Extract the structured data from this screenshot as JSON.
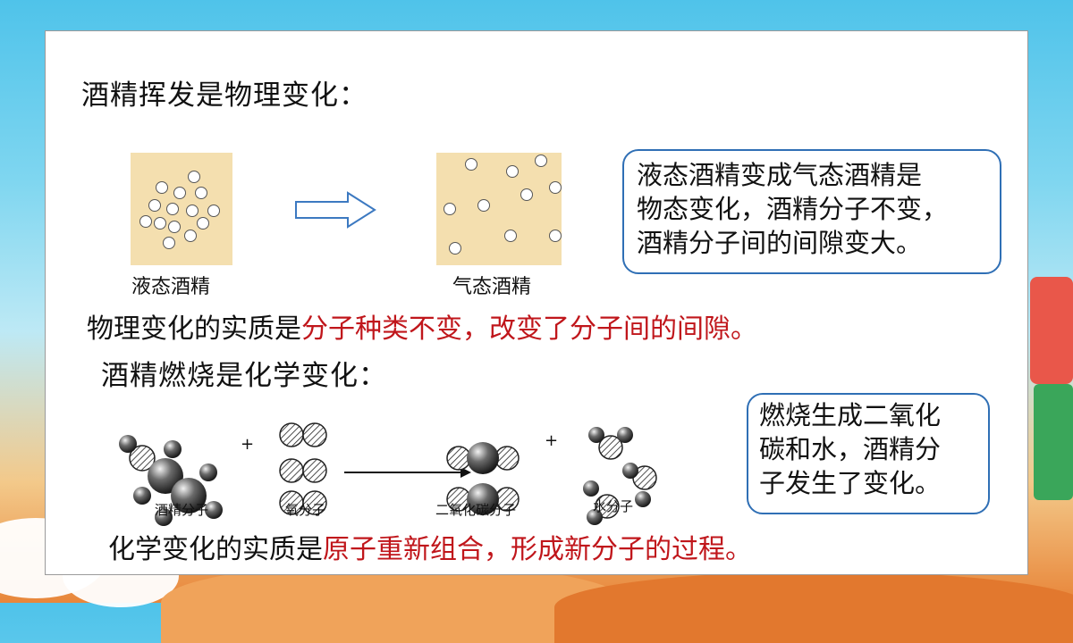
{
  "slide": {
    "heading_1": "酒精挥发是物理变化：",
    "heading_2": "酒精燃烧是化学变化：",
    "liquid_caption": "液态酒精",
    "gas_caption": "气态酒精",
    "note_1": {
      "lines": [
        "液态酒精变成气态酒精是",
        "物态变化，酒精分子不变，",
        "酒精分子间的间隙变大。"
      ]
    },
    "statement_1": {
      "prefix": "物理变化的实质是",
      "highlight": "分子种类不变，改变了分子间的间隙。"
    },
    "note_2": {
      "lines": [
        "燃烧生成二氧化",
        "碳和水，酒精分",
        "子发生了变化。"
      ]
    },
    "molecule_labels": {
      "alcohol": "酒精分子",
      "oxygen": "氧分子",
      "co2": "二氧化碳分子",
      "water": "水分子"
    },
    "plus_1": "+",
    "plus_2": "+",
    "statement_2": {
      "prefix": "化学变化的实质是",
      "highlight": "原子重新组合，形成新分子的过程。"
    }
  },
  "colors": {
    "highlight_red": "#c0161b",
    "note_border": "#2f6fb5",
    "particle_background": "#f4dfaf"
  }
}
